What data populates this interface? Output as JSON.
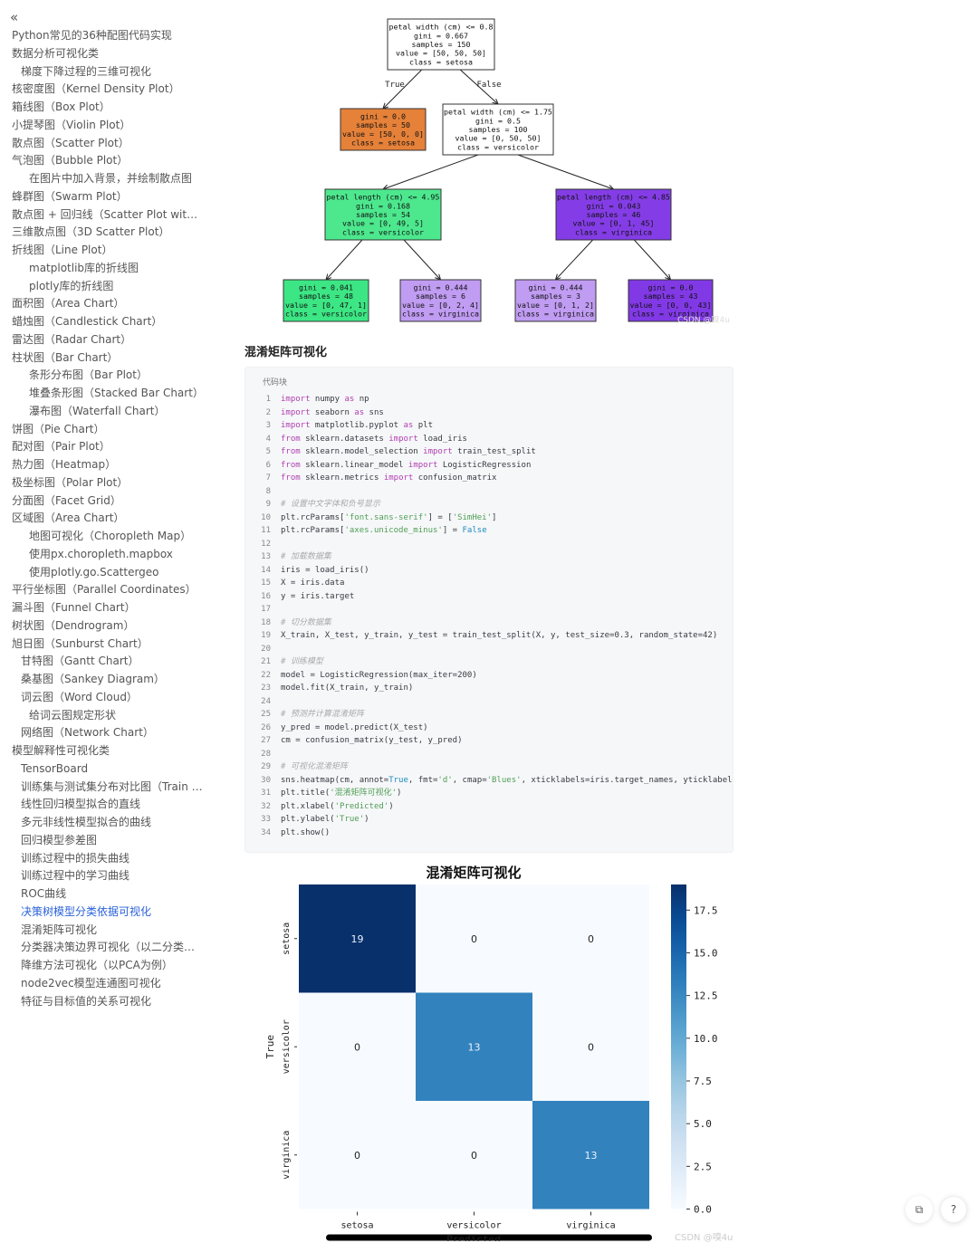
{
  "sidebar": {
    "collapse_icon": "double-chevron-left-icon",
    "collapse_glyph": "«",
    "items": [
      {
        "label": "Python常见的36种配图代码实现",
        "level": 0
      },
      {
        "label": "数据分析可视化类",
        "level": 0
      },
      {
        "label": "梯度下降过程的三维可视化",
        "level": 1
      },
      {
        "label": "核密度图（Kernel Density Plot）",
        "level": 0
      },
      {
        "label": "箱线图（Box Plot）",
        "level": 0
      },
      {
        "label": "小提琴图（Violin Plot）",
        "level": 0
      },
      {
        "label": "散点图（Scatter Plot）",
        "level": 0
      },
      {
        "label": "气泡图（Bubble Plot）",
        "level": 0
      },
      {
        "label": "在图片中加入背景，并绘制散点图",
        "level": 2
      },
      {
        "label": "蜂群图（Swarm Plot）",
        "level": 0
      },
      {
        "label": "散点图 + 回归线（Scatter Plot with Regression Line）",
        "level": 0
      },
      {
        "label": "三维散点图（3D Scatter Plot）",
        "level": 0
      },
      {
        "label": "折线图（Line Plot）",
        "level": 0
      },
      {
        "label": "matplotlib库的折线图",
        "level": 2
      },
      {
        "label": "plotly库的折线图",
        "level": 2
      },
      {
        "label": "面积图（Area Chart）",
        "level": 0
      },
      {
        "label": "蜡烛图（Candlestick Chart）",
        "level": 0
      },
      {
        "label": "雷达图（Radar Chart）",
        "level": 0
      },
      {
        "label": "柱状图（Bar Chart）",
        "level": 0
      },
      {
        "label": "条形分布图（Bar Plot）",
        "level": 2
      },
      {
        "label": "堆叠条形图（Stacked Bar Chart）",
        "level": 2
      },
      {
        "label": "瀑布图（Waterfall Chart）",
        "level": 2
      },
      {
        "label": "饼图（Pie Chart）",
        "level": 0
      },
      {
        "label": "配对图（Pair Plot）",
        "level": 0
      },
      {
        "label": "热力图（Heatmap）",
        "level": 0
      },
      {
        "label": "极坐标图（Polar Plot）",
        "level": 0
      },
      {
        "label": "分面图（Facet Grid）",
        "level": 0
      },
      {
        "label": "区域图（Area Chart）",
        "level": 0
      },
      {
        "label": "地图可视化（Choropleth Map）",
        "level": 2
      },
      {
        "label": "使用px.choropleth.mapbox",
        "level": 2
      },
      {
        "label": "使用plotly.go.Scattergeo",
        "level": 2
      },
      {
        "label": "平行坐标图（Parallel Coordinates）",
        "level": 0
      },
      {
        "label": "漏斗图（Funnel Chart）",
        "level": 0
      },
      {
        "label": "树状图（Dendrogram）",
        "level": 0
      },
      {
        "label": "旭日图（Sunburst Chart）",
        "level": 0
      },
      {
        "label": "甘特图（Gantt Chart）",
        "level": 1
      },
      {
        "label": "桑基图（Sankey Diagram）",
        "level": 1
      },
      {
        "label": "词云图（Word Cloud）",
        "level": 1
      },
      {
        "label": "给词云图规定形状",
        "level": 2
      },
      {
        "label": "网络图（Network Chart）",
        "level": 1
      },
      {
        "label": "模型解释性可视化类",
        "level": 0
      },
      {
        "label": "TensorBoard",
        "level": 1
      },
      {
        "label": "训练集与测试集分布对比图（Train vs Test Distribution）",
        "level": 1
      },
      {
        "label": "线性回归模型拟合的直线",
        "level": 1
      },
      {
        "label": "多元非线性模型拟合的曲线",
        "level": 1
      },
      {
        "label": "回归模型参差图",
        "level": 1
      },
      {
        "label": "训练过程中的损失曲线",
        "level": 1
      },
      {
        "label": "训练过程中的学习曲线",
        "level": 1
      },
      {
        "label": "ROC曲线",
        "level": 1
      },
      {
        "label": "决策树模型分类依据可视化",
        "level": 1,
        "active": true
      },
      {
        "label": "混淆矩阵可视化",
        "level": 1
      },
      {
        "label": "分类器决策边界可视化（以二分类的...",
        "level": 1
      },
      {
        "label": "降维方法可视化（以PCA为例）",
        "level": 1
      },
      {
        "label": "node2vec模型连通图可视化",
        "level": 1
      },
      {
        "label": "特征与目标值的关系可视化",
        "level": 1
      }
    ],
    "active_color": "#2a62d9"
  },
  "tree": {
    "edge_labels": {
      "true": "True",
      "false": "False"
    },
    "nodes": [
      {
        "lines": [
          "petal width (cm) <= 0.8",
          "gini = 0.667",
          "samples = 150",
          "value = [50, 50, 50]",
          "class = setosa"
        ],
        "color": "#ffffff"
      },
      {
        "lines": [
          "gini = 0.0",
          "samples = 50",
          "value = [50, 0, 0]",
          "class = setosa"
        ],
        "color": "#e58139"
      },
      {
        "lines": [
          "petal width (cm) <= 1.75",
          "gini = 0.5",
          "samples = 100",
          "value = [0, 50, 50]",
          "class = versicolor"
        ],
        "color": "#ffffff"
      },
      {
        "lines": [
          "petal length (cm) <= 4.95",
          "gini = 0.168",
          "samples = 54",
          "value = [0, 49, 5]",
          "class = versicolor"
        ],
        "color": "#4de88e"
      },
      {
        "lines": [
          "petal length (cm) <= 4.85",
          "gini = 0.043",
          "samples = 46",
          "value = [0, 1, 45]",
          "class = virginica"
        ],
        "color": "#843de6"
      },
      {
        "lines": [
          "gini = 0.041",
          "samples = 48",
          "value = [0, 47, 1]",
          "class = versicolor"
        ],
        "color": "#3de684"
      },
      {
        "lines": [
          "gini = 0.444",
          "samples = 6",
          "value = [0, 2, 4]",
          "class = virginica"
        ],
        "color": "#c09cf2"
      },
      {
        "lines": [
          "gini = 0.444",
          "samples = 3",
          "value = [0, 1, 2]",
          "class = virginica"
        ],
        "color": "#c09cf2"
      },
      {
        "lines": [
          "gini = 0.0",
          "samples = 43",
          "value = [0, 0, 43]",
          "class = virginica"
        ],
        "color": "#8139e5"
      }
    ],
    "watermark": "CSDN @嗅4u"
  },
  "section_title": "混淆矩阵可视化",
  "code_block": {
    "label": "代码块",
    "lines": [
      "import numpy as np",
      "import seaborn as sns",
      "import matplotlib.pyplot as plt",
      "from sklearn.datasets import load_iris",
      "from sklearn.model_selection import train_test_split",
      "from sklearn.linear_model import LogisticRegression",
      "from sklearn.metrics import confusion_matrix",
      "",
      "# 设置中文字体和负号显示",
      "plt.rcParams['font.sans-serif'] = ['SimHei']",
      "plt.rcParams['axes.unicode_minus'] = False",
      "",
      "# 加载数据集",
      "iris = load_iris()",
      "X = iris.data",
      "y = iris.target",
      "",
      "# 切分数据集",
      "X_train, X_test, y_train, y_test = train_test_split(X, y, test_size=0.3, random_state=42)",
      "",
      "# 训练模型",
      "model = LogisticRegression(max_iter=200)",
      "model.fit(X_train, y_train)",
      "",
      "# 预测并计算混淆矩阵",
      "y_pred = model.predict(X_test)",
      "cm = confusion_matrix(y_test, y_pred)",
      "",
      "# 可视化混淆矩阵",
      "sns.heatmap(cm, annot=True, fmt='d', cmap='Blues', xticklabels=iris.target_names, yticklabels=iris.target_names)",
      "plt.title('混淆矩阵可视化')",
      "plt.xlabel('Predicted')",
      "plt.ylabel('True')",
      "plt.show()"
    ]
  },
  "chart_data": {
    "type": "heatmap",
    "title": "混淆矩阵可视化",
    "xlabel": "Predicted",
    "ylabel": "True",
    "x_categories": [
      "setosa",
      "versicolor",
      "virginica"
    ],
    "y_categories": [
      "setosa",
      "versicolor",
      "virginica"
    ],
    "values": [
      [
        19,
        0,
        0
      ],
      [
        0,
        13,
        0
      ],
      [
        0,
        0,
        13
      ]
    ],
    "colormap": "Blues",
    "colorbar_range": [
      0,
      19
    ],
    "colorbar_ticks": [
      "0.0",
      "2.5",
      "5.0",
      "7.5",
      "10.0",
      "12.5",
      "15.0",
      "17.5"
    ],
    "colorbar_tick_values": [
      0,
      2.5,
      5,
      7.5,
      10,
      12.5,
      15,
      17.5
    ]
  },
  "watermark": "CSDN @嗅4u",
  "floating_buttons": [
    {
      "icon": "copy-document-icon",
      "glyph": "⧉"
    },
    {
      "icon": "help-icon",
      "glyph": "?"
    }
  ]
}
